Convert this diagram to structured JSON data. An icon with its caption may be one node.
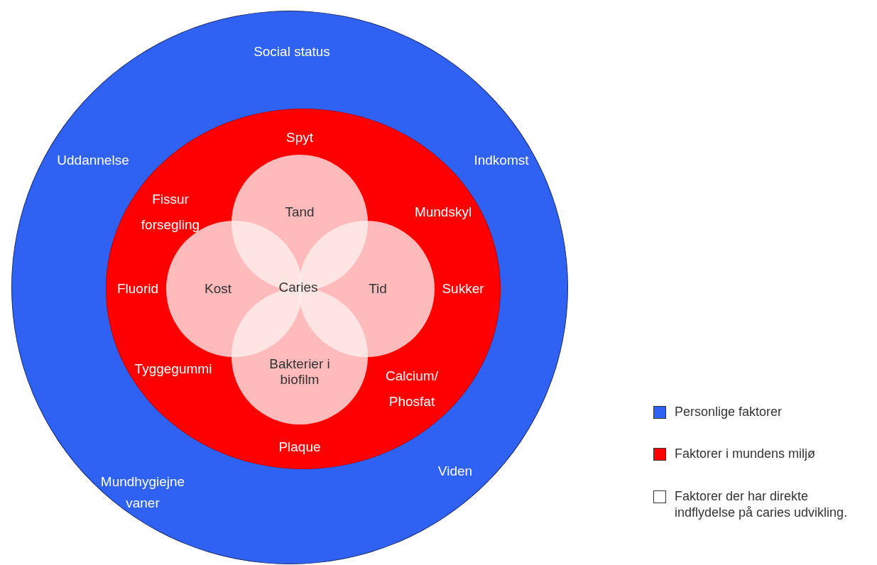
{
  "diagram": {
    "nodes": [
      {
        "text": [
          "Social status",
          "Uddannelse",
          "Indkomst",
          "Mundhygiejne vaner",
          "Viden"
        ]
      },
      {
        "text": [
          "Spyt",
          "Fissur forsegling",
          "Mundskyl",
          "Fluorid",
          "Sukker",
          "Tyggegummi",
          "Calcium/ Phosfat",
          "Plaque"
        ],
        "in": 0
      },
      {
        "text": [
          "Tand"
        ],
        "in": 1
      },
      {
        "text": [
          "Kost"
        ],
        "in": 1
      },
      {
        "text": [
          "Tid"
        ],
        "in": 1
      },
      {
        "text": [
          "Bakterier i biofilm"
        ],
        "in": 1
      }
    ],
    "labels": [
      "Caries"
    ],
    "legend": [
      {
        "text": "Personlige faktorer",
        "color": "#2f62f2"
      },
      {
        "text": "Faktorer i mundens miljø",
        "color": "#ff0000"
      },
      {
        "text": "Faktorer der har direkte indflydelse på caries udvikling.",
        "color": "#ffffff"
      }
    ]
  }
}
